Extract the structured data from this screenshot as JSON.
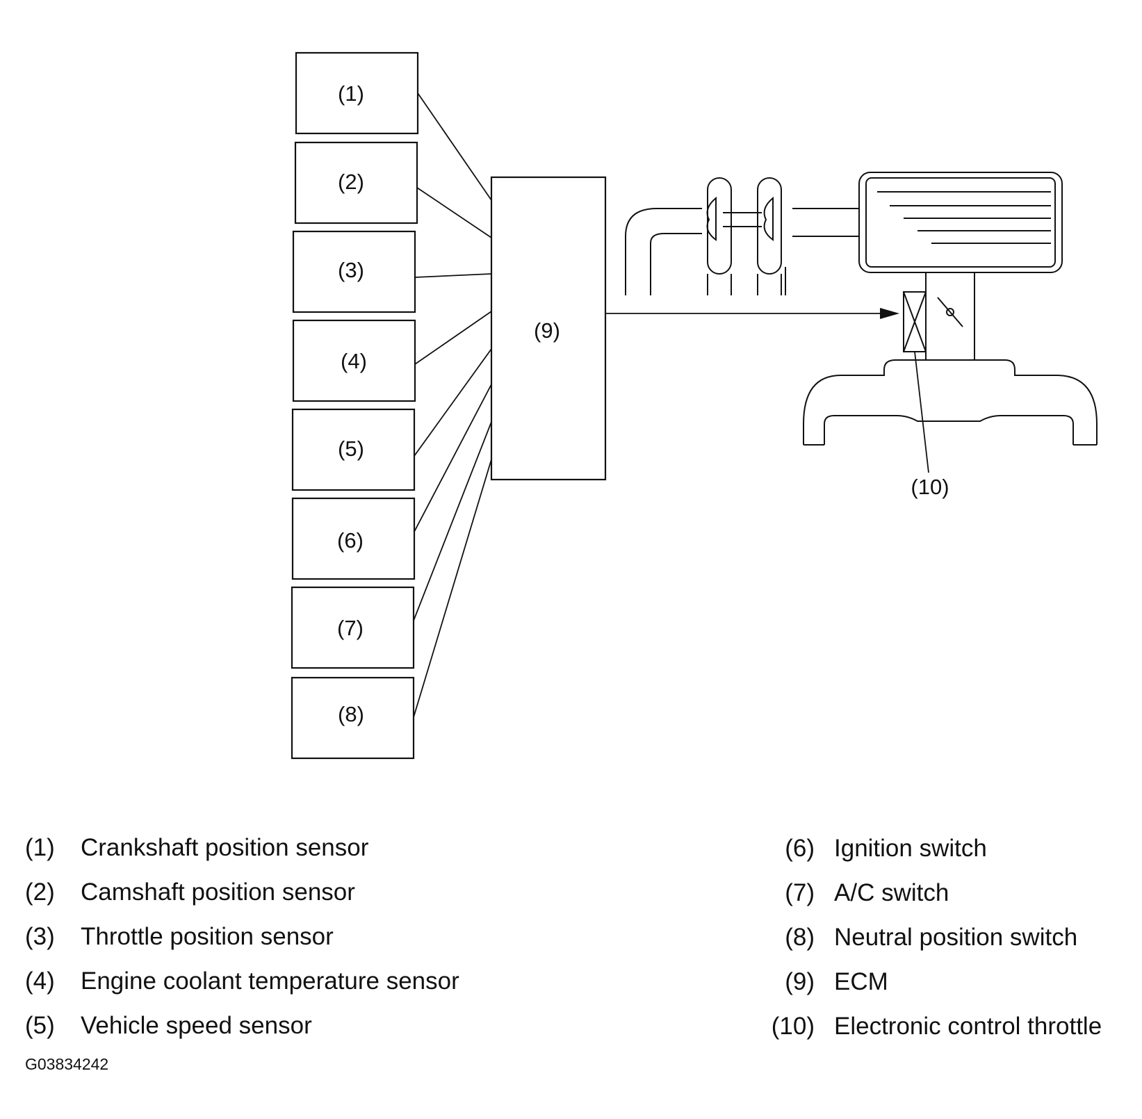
{
  "diagram": {
    "sensor_boxes": [
      "(1)",
      "(2)",
      "(3)",
      "(4)",
      "(5)",
      "(6)",
      "(7)",
      "(8)"
    ],
    "ecm_box_label": "(9)",
    "throttle_callout": "(10)"
  },
  "legend": {
    "left": [
      {
        "num": "(1)",
        "text": "Crankshaft position sensor"
      },
      {
        "num": "(2)",
        "text": "Camshaft position sensor"
      },
      {
        "num": "(3)",
        "text": "Throttle position sensor"
      },
      {
        "num": "(4)",
        "text": "Engine coolant temperature sensor"
      },
      {
        "num": "(5)",
        "text": "Vehicle speed sensor"
      }
    ],
    "right": [
      {
        "num": "(6)",
        "text": "Ignition switch"
      },
      {
        "num": "(7)",
        "text": "A/C switch"
      },
      {
        "num": "(8)",
        "text": "Neutral position switch"
      },
      {
        "num": "(9)",
        "text": "ECM"
      },
      {
        "num": "(10)",
        "text": "Electronic control throttle"
      }
    ]
  },
  "figure_code": "G03834242"
}
